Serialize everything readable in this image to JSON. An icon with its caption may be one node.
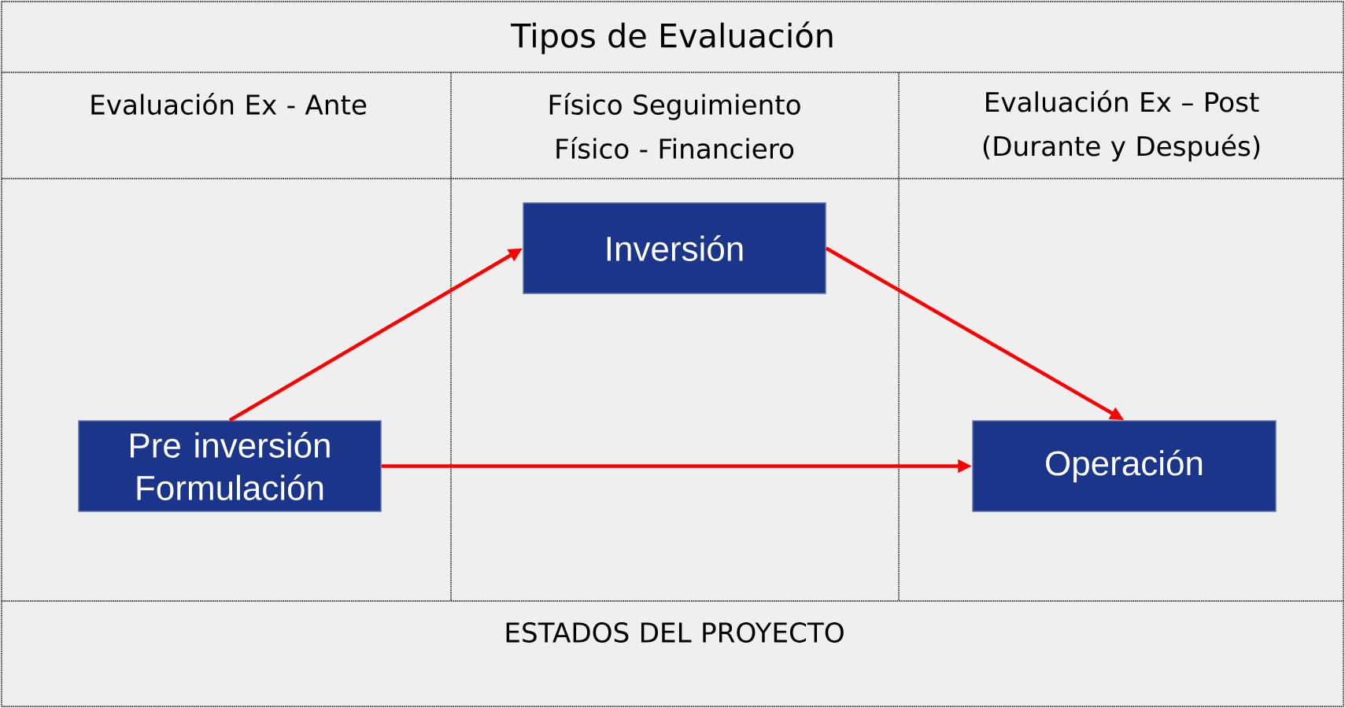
{
  "diagram": {
    "title": "Tipos de Evaluación",
    "nodes": [
      {
        "text": [
          "Inversión"
        ]
      },
      {
        "text": [
          "Pre inversión Formulación"
        ]
      },
      {
        "text": [
          "Operación"
        ]
      }
    ],
    "edges": [
      {
        "from": 1,
        "to": 0,
        "arrow": "to"
      },
      {
        "from": 0,
        "to": 2,
        "arrow": "to"
      },
      {
        "from": 1,
        "to": 2,
        "arrow": "to"
      }
    ],
    "labels": [
      "Evaluación Ex - Ante",
      "Físico Seguimiento Físico - Financiero",
      "Evaluación Ex – Post (Durante y Después)",
      "ESTADOS DEL PROYECTO"
    ]
  }
}
